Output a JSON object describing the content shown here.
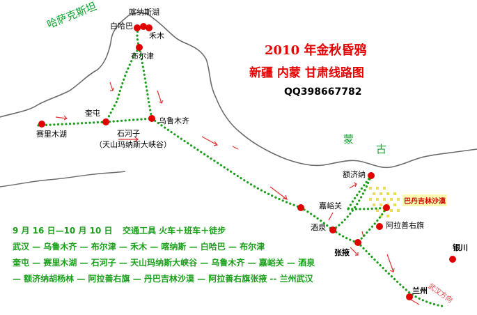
{
  "title": "2010 年金秋昏鸦",
  "subtitle": "新疆  内蒙  甘肃线路图",
  "contact": "QQ398667782",
  "regions": {
    "kazakhstan": "哈萨克斯坦",
    "mongolia_1": "蒙",
    "mongolia_2": "古"
  },
  "places": {
    "kanas": "喀纳斯湖",
    "baihaba": "白哈巴",
    "hemu": "禾木",
    "burqin": "布尔津",
    "kuitun": "奎屯",
    "sayram": "赛里木湖",
    "shihezi": "石河子",
    "tianshan": "（天山玛纳斯大峡谷）",
    "urumqi": "乌鲁木齐",
    "ejina": "额济纳",
    "jiayuguan": "嘉峪关",
    "jiuquan": "酒泉",
    "zhangye": "张掖",
    "alxa_right": "阿拉善右旗",
    "yinchuan": "银川",
    "lanzhou": "兰州",
    "badain": "巴丹吉林沙漠",
    "wuhan_dir": "武汉方向"
  },
  "itinerary": {
    "dates": "9 月 16 日—10 月 10 日",
    "transport": "交通工具  火车＋班车＋徒步",
    "line1": "武汉 — 乌鲁木齐 — 布尔津 — 禾木 — 喀纳斯 — 白哈巴 — 布尔津",
    "line2": "奎屯 — 赛里木湖 — 石河子 — 天山玛纳斯大峡谷 — 乌鲁木齐 — 嘉峪关 — 酒泉",
    "line3": "— 额济纳胡杨林 — 阿拉善右旗 — 丹巴吉林沙漠 — 阿拉善右旗张掖 -- 兰州武汉"
  },
  "colors": {
    "border": "#606060",
    "route": "#1a9e1a",
    "city": "#e00000",
    "title": "#e60000",
    "desert": "#f0e060",
    "arrow": "#e03030"
  }
}
